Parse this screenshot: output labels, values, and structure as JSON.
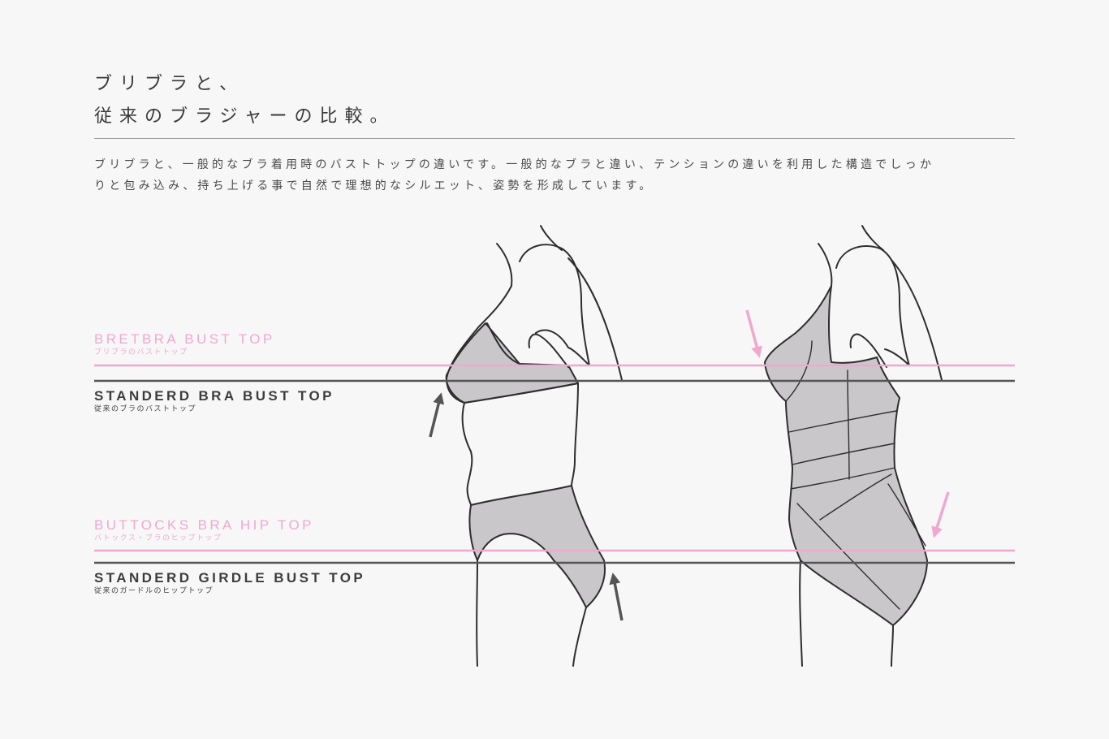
{
  "heading": {
    "line1": "ブリブラと、",
    "line2": "従来のブラジャーの比較。"
  },
  "description": {
    "line1": "ブリブラと、一般的なブラ着用時のバストトップの違いです。一般的なブラと違い、テンションの違いを利用した構造でしっか",
    "line2": "りと包み込み、持ち上げる事で自然で理想的なシルエット、姿勢を形成しています。"
  },
  "labels": {
    "bretbra_bust": {
      "en": "BRETBRA BUST TOP",
      "jp": "ブリブラのバストトップ"
    },
    "standard_bra_bust": {
      "en": "STANDERD BRA BUST TOP",
      "jp": "従来のブラのバストトップ"
    },
    "buttocks_hip": {
      "en": "BUTTOCKS BRA HIP TOP",
      "jp": "バトックス・ブラのヒップトップ"
    },
    "standard_girdle": {
      "en": "STANDERD GIRDLE BUST TOP",
      "jp": "従来のガードルのヒップトップ"
    }
  },
  "colors": {
    "background": "#f7f7f7",
    "pink_accent": "#f0a8cf",
    "dark_line": "#555555",
    "garment_fill": "#c9c7ca",
    "outline": "#2e2e2e"
  },
  "icons": {
    "up_arrow": "arrow-up-icon",
    "down_arrow": "arrow-down-icon"
  }
}
